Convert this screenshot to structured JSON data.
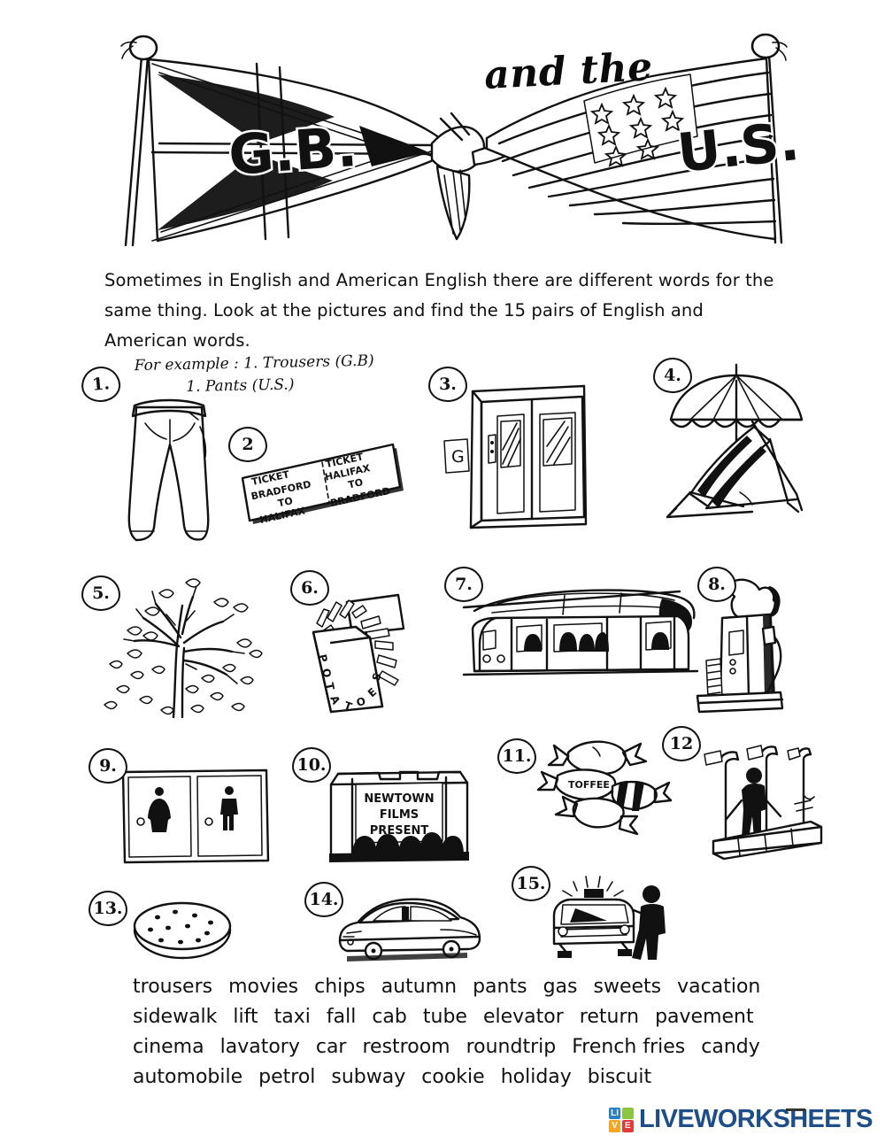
{
  "header": {
    "and_the": "and the",
    "gb_label": "G.B.",
    "us_label": "U.S.",
    "gb_flag_name": "union-jack-flag",
    "us_flag_name": "stars-and-stripes-flag"
  },
  "intro": {
    "line1": "Sometimes in English and American English there are different words for the",
    "line2": "same thing. Look at the pictures and find the 15 pairs of English and",
    "line3": "American words."
  },
  "example": {
    "line1": "For example : 1. Trousers (G.B)",
    "line2": "1. Pants (U.S.)"
  },
  "items": [
    {
      "num": "1.",
      "name": "trousers",
      "caption": ""
    },
    {
      "num": "2",
      "name": "return-ticket",
      "caption": ""
    },
    {
      "num": "3.",
      "name": "elevator-lift",
      "caption": ""
    },
    {
      "num": "4.",
      "name": "deckchair-umbrella",
      "caption": ""
    },
    {
      "num": "5.",
      "name": "autumn-tree",
      "caption": ""
    },
    {
      "num": "6.",
      "name": "chips-fries",
      "caption": ""
    },
    {
      "num": "7.",
      "name": "underground-train",
      "caption": ""
    },
    {
      "num": "8.",
      "name": "petrol-pump",
      "caption": ""
    },
    {
      "num": "9.",
      "name": "lavatory-doors",
      "caption": ""
    },
    {
      "num": "10.",
      "name": "cinema-screen",
      "caption": ""
    },
    {
      "num": "11.",
      "name": "sweets-candy",
      "caption": ""
    },
    {
      "num": "12",
      "name": "pavement-sidewalk",
      "caption": ""
    },
    {
      "num": "13.",
      "name": "biscuit-cookie",
      "caption": ""
    },
    {
      "num": "14.",
      "name": "car-automobile",
      "caption": ""
    },
    {
      "num": "15.",
      "name": "taxi-cab",
      "caption": ""
    }
  ],
  "labels": {
    "ticket_left_1": "TICKET",
    "ticket_left_2": "BRADFORD",
    "ticket_left_3": "TO",
    "ticket_left_4": "HALIFAX",
    "ticket_right_1": "TICKET",
    "ticket_right_2": "HALIFAX",
    "ticket_right_3": "TO",
    "ticket_right_4": "BRADFORD",
    "lift_floor": "G",
    "potatoes": "POTATOES",
    "cinema_1": "NEWTOWN",
    "cinema_2": "FILMS",
    "cinema_3": "PRESENT",
    "toffee": "TOFFEE"
  },
  "wordbank": {
    "rows": [
      [
        "trousers",
        "movies",
        "chips",
        "autumn",
        "pants",
        "gas",
        "sweets",
        "vacation"
      ],
      [
        "sidewalk",
        "lift",
        "taxi",
        "fall",
        "cab",
        "tube",
        "elevator",
        "return",
        "pavement"
      ],
      [
        "cinema",
        "lavatory",
        "car",
        "restroom",
        "roundtrip",
        "French fries",
        "candy"
      ],
      [
        "automobile",
        "petrol",
        "subway",
        "cookie",
        "holiday",
        "biscuit"
      ]
    ]
  },
  "footer": {
    "brand": "LIVEWORKSHEETS",
    "icon_cells": [
      {
        "letter": "LI",
        "color": "#2b7fc4"
      },
      {
        "letter": "",
        "color": "#8cc63e"
      },
      {
        "letter": "V",
        "color": "#f5a623"
      },
      {
        "letter": "E",
        "color": "#e03a3a"
      }
    ],
    "brand_color": "#1d4e89"
  }
}
